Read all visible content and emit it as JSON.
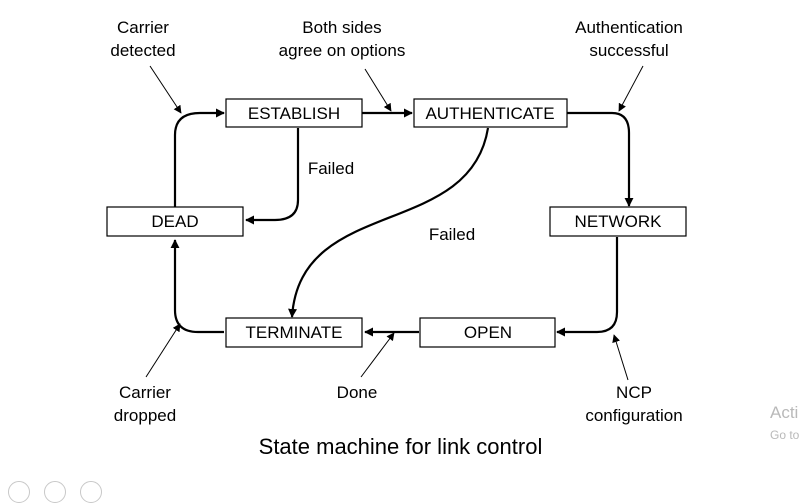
{
  "states": {
    "establish": "ESTABLISH",
    "authenticate": "AUTHENTICATE",
    "dead": "DEAD",
    "network": "NETWORK",
    "terminate": "TERMINATE",
    "open": "OPEN"
  },
  "annotations": {
    "carrier_detected": [
      "Carrier",
      "detected"
    ],
    "both_sides_agree": [
      "Both sides",
      "agree on options"
    ],
    "auth_successful": [
      "Authentication",
      "successful"
    ],
    "failed_establish": "Failed",
    "failed_authenticate": "Failed",
    "carrier_dropped": [
      "Carrier",
      "dropped"
    ],
    "done": "Done",
    "ncp_configuration": [
      "NCP",
      "configuration"
    ]
  },
  "caption": "State machine for link control",
  "watermark": {
    "line1": "Acti",
    "line2": "Go to"
  },
  "colors": {
    "ink": "#000000",
    "background": "#ffffff",
    "watermark": "#b9b9b9"
  }
}
